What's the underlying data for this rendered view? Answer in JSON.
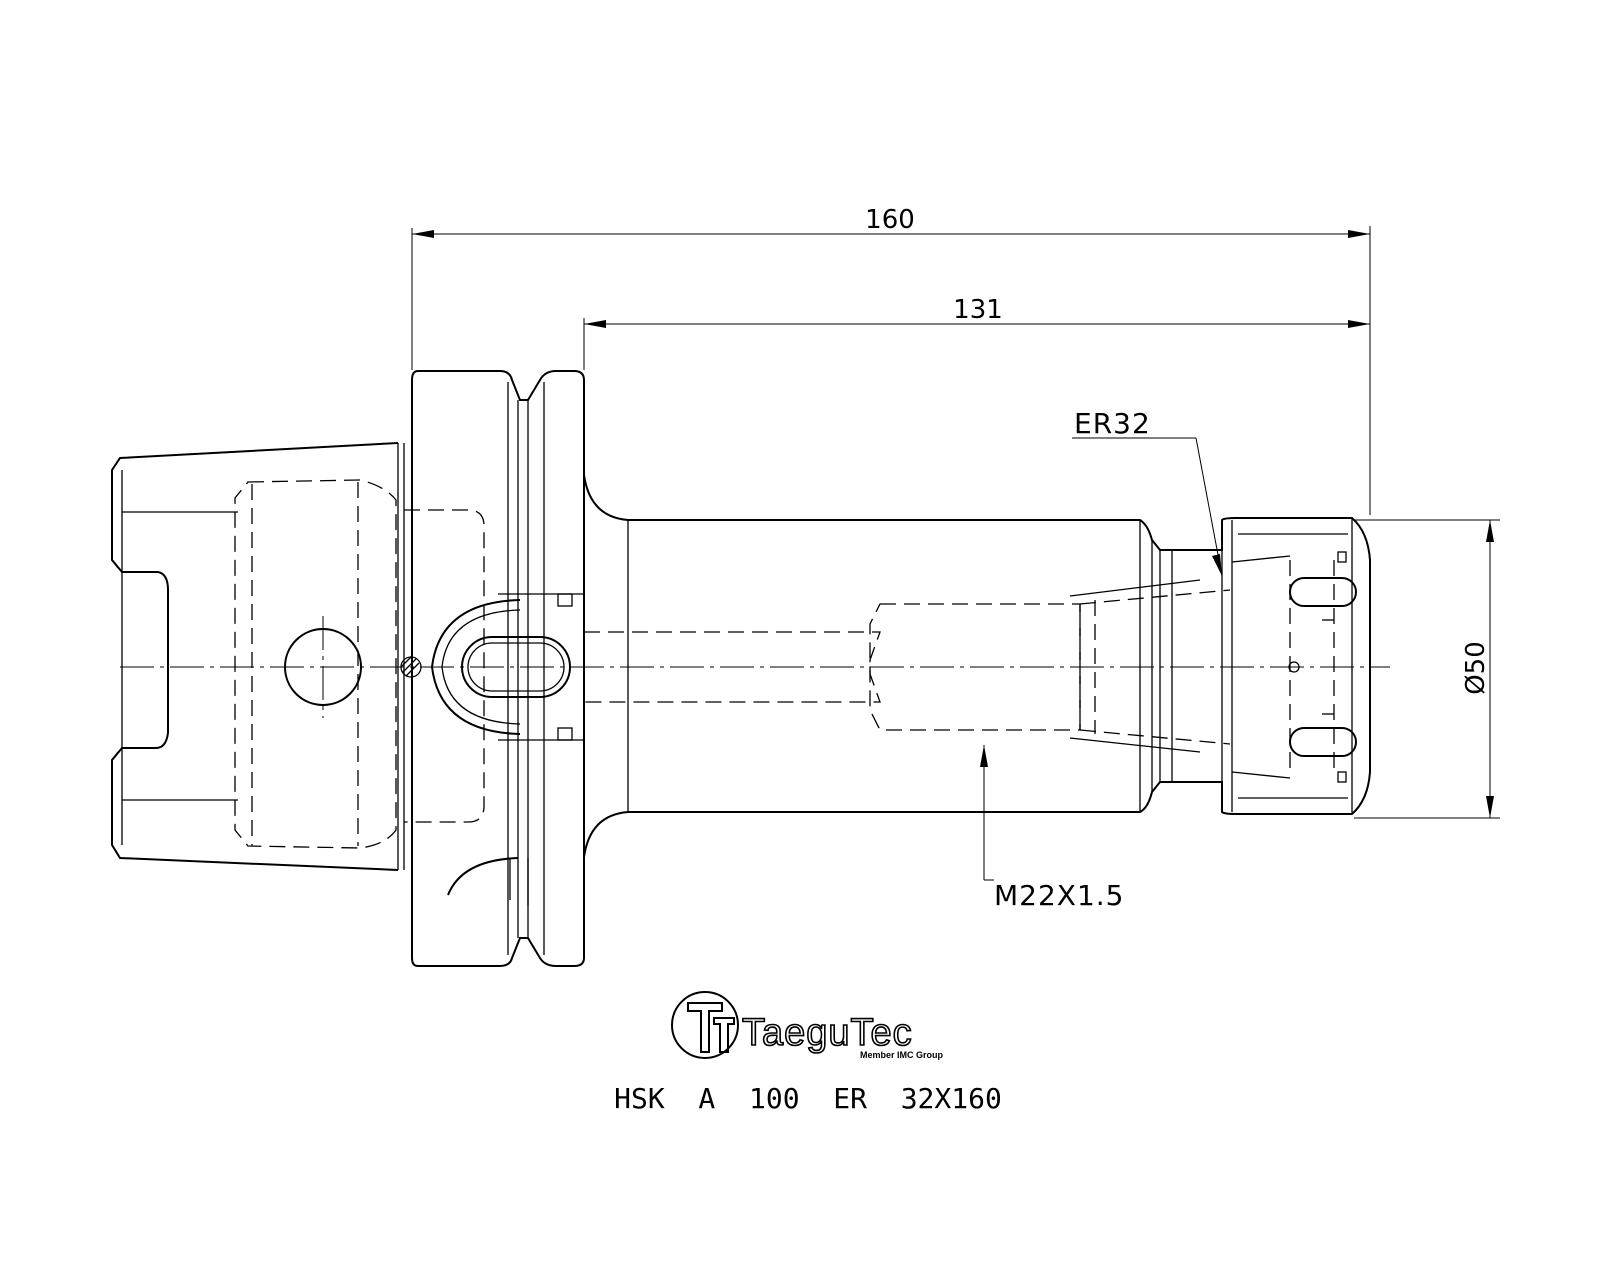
{
  "dimensions": {
    "overall_length": "160",
    "shank_length": "131",
    "diameter": "Ø50"
  },
  "callouts": {
    "collet": "ER32",
    "thread": "M22X1.5"
  },
  "logo": {
    "name": "TaeguTec",
    "tagline": "Member IMC Group"
  },
  "title": "HSK  A  100  ER  32X160"
}
